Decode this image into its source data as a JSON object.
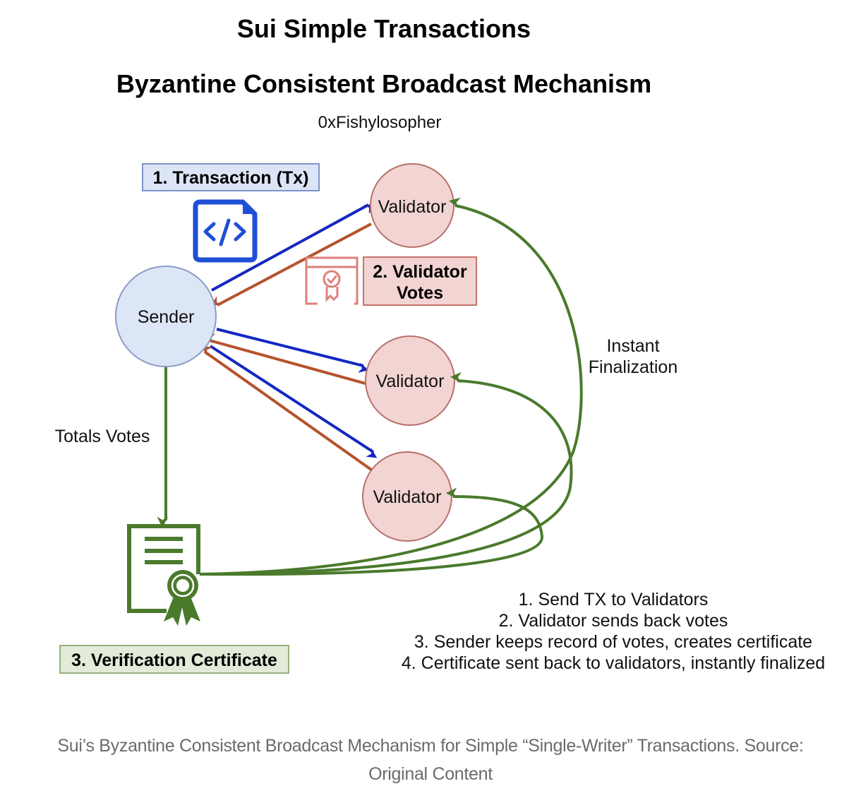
{
  "title": "Sui Simple Transactions",
  "subtitle": "Byzantine Consistent Broadcast Mechanism",
  "author": "0xFishylosopher",
  "nodes": {
    "sender": "Sender",
    "validators": [
      "Validator",
      "Validator",
      "Validator"
    ]
  },
  "labels": {
    "transaction": "1. Transaction (Tx)",
    "validator_votes_line1": "2. Validator",
    "validator_votes_line2": "Votes",
    "verification_certificate": "3. Verification Certificate",
    "totals_votes": "Totals Votes",
    "instant_line1": "Instant",
    "instant_line2": "Finalization"
  },
  "steps": [
    "1. Send TX to Validators",
    "2. Validator sends back votes",
    "3. Sender keeps record of votes, creates certificate",
    "4. Certificate sent back to validators, instantly finalized"
  ],
  "caption": {
    "line1": "Sui’s Byzantine Consistent Broadcast Mechanism for Simple “Single-Writer” Transactions. Source:",
    "line2": "Original Content"
  },
  "colors": {
    "send_arrow": "#1428c0",
    "vote_arrow": "#b5532c",
    "certificate_green": "#4a7a2c",
    "sender_fill": "#dde6f7",
    "validator_fill": "#f2d4d2",
    "tx_label_fill": "#dce5f5",
    "votes_label_fill": "#f2d4d2",
    "cert_label_fill": "#e1ebd8"
  }
}
